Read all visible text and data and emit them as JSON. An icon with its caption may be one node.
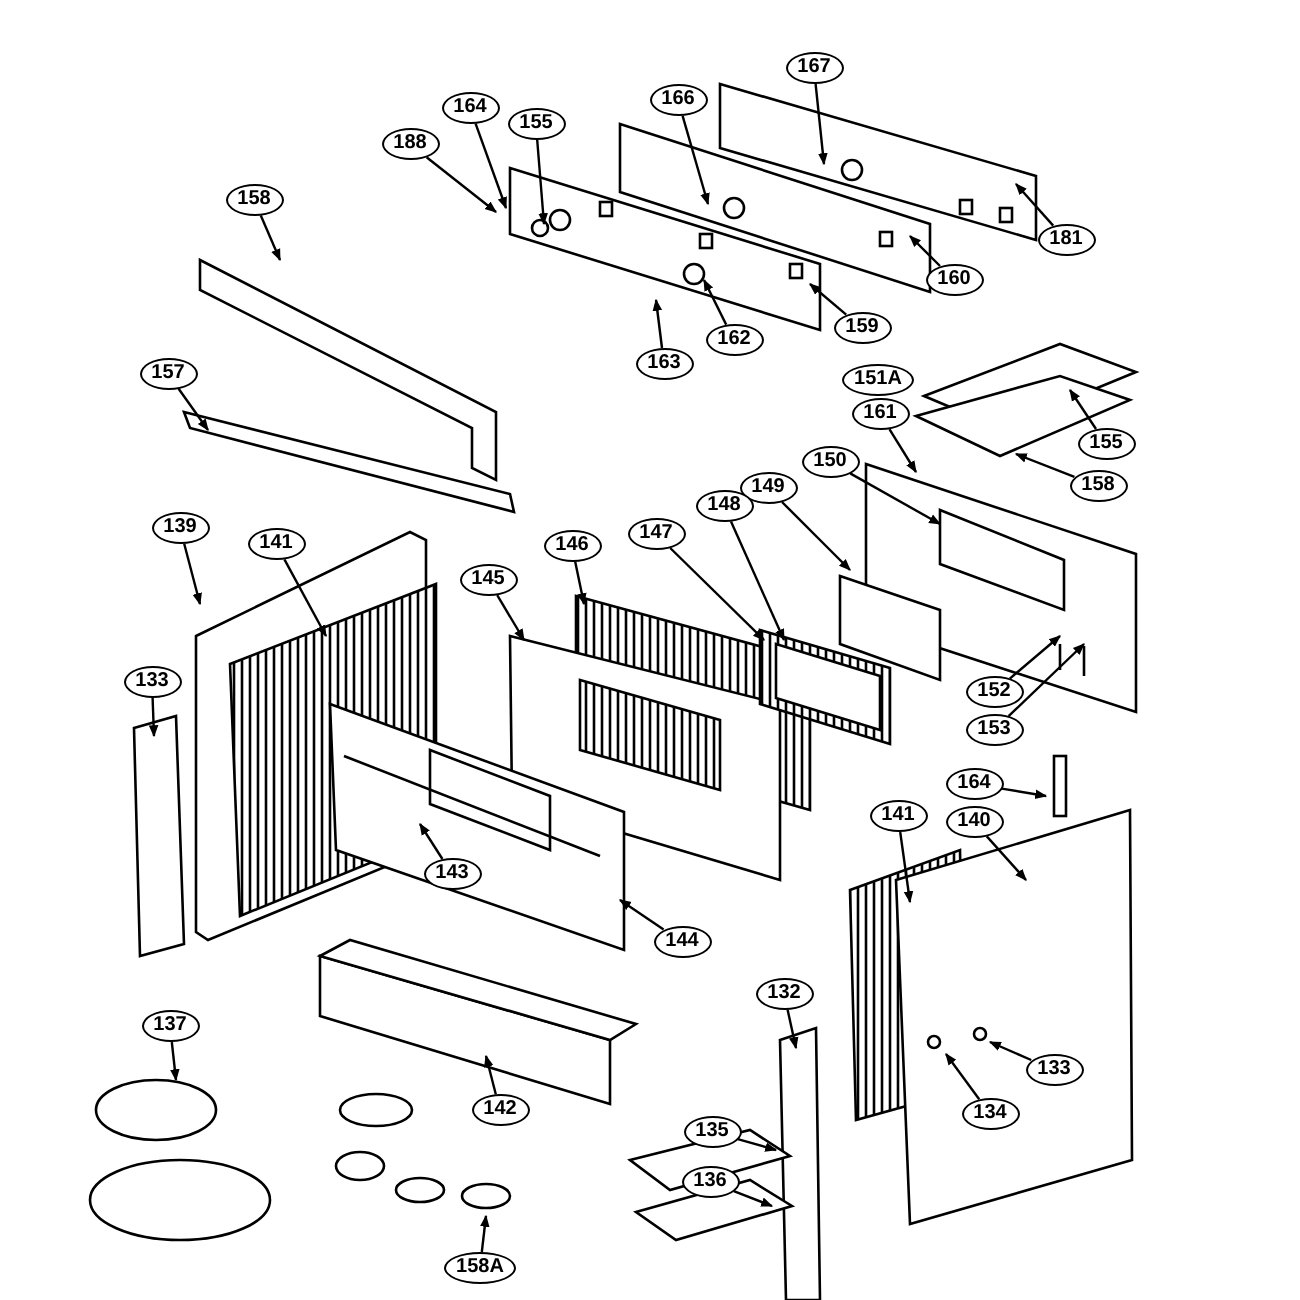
{
  "diagram": {
    "nodes": [
      {
        "text": [
          "167"
        ]
      },
      {
        "text": [
          "166"
        ]
      },
      {
        "text": [
          "164"
        ]
      },
      {
        "text": [
          "155"
        ]
      },
      {
        "text": [
          "188"
        ]
      },
      {
        "text": [
          "158"
        ]
      },
      {
        "text": [
          "181"
        ]
      },
      {
        "text": [
          "160"
        ]
      },
      {
        "text": [
          "159"
        ]
      },
      {
        "text": [
          "162"
        ]
      },
      {
        "text": [
          "163"
        ]
      },
      {
        "text": [
          "157"
        ]
      },
      {
        "text": [
          "161"
        ]
      },
      {
        "text": [
          "155"
        ]
      },
      {
        "text": [
          "158"
        ]
      },
      {
        "text": [
          "150"
        ]
      },
      {
        "text": [
          "149"
        ]
      },
      {
        "text": [
          "148"
        ]
      },
      {
        "text": [
          "147"
        ]
      },
      {
        "text": [
          "146"
        ]
      },
      {
        "text": [
          "145"
        ]
      },
      {
        "text": [
          "139"
        ]
      },
      {
        "text": [
          "141"
        ]
      },
      {
        "text": [
          "133"
        ]
      },
      {
        "text": [
          "152"
        ]
      },
      {
        "text": [
          "153"
        ]
      },
      {
        "text": [
          "164"
        ]
      },
      {
        "text": [
          "141"
        ]
      },
      {
        "text": [
          "140"
        ]
      },
      {
        "text": [
          "143"
        ]
      },
      {
        "text": [
          "144"
        ]
      },
      {
        "text": [
          "132"
        ]
      },
      {
        "text": [
          "137"
        ]
      },
      {
        "text": [
          "133"
        ]
      },
      {
        "text": [
          "134"
        ]
      },
      {
        "text": [
          "142"
        ]
      },
      {
        "text": [
          "135"
        ]
      },
      {
        "text": [
          "136"
        ]
      },
      {
        "text": [
          "158A"
        ]
      },
      {
        "text": [
          "151A"
        ]
      }
    ],
    "edges": [
      {
        "from": 0,
        "to": null,
        "arrow": "to"
      },
      {
        "from": 1,
        "to": null,
        "arrow": "to"
      },
      {
        "from": 2,
        "to": null,
        "arrow": "to"
      },
      {
        "from": 3,
        "to": null,
        "arrow": "to"
      },
      {
        "from": 4,
        "to": null,
        "arrow": "to"
      },
      {
        "from": 5,
        "to": null,
        "arrow": "to"
      },
      {
        "from": 6,
        "to": null,
        "arrow": "to"
      },
      {
        "from": 7,
        "to": null,
        "arrow": "to"
      },
      {
        "from": 8,
        "to": null,
        "arrow": "to"
      },
      {
        "from": 9,
        "to": null,
        "arrow": "to"
      },
      {
        "from": 10,
        "to": null,
        "arrow": "to"
      },
      {
        "from": 11,
        "to": null,
        "arrow": "to"
      },
      {
        "from": 12,
        "to": null,
        "arrow": "to"
      },
      {
        "from": 13,
        "to": null,
        "arrow": "to"
      },
      {
        "from": 14,
        "to": null,
        "arrow": "to"
      },
      {
        "from": 15,
        "to": null,
        "arrow": "to"
      },
      {
        "from": 16,
        "to": null,
        "arrow": "to"
      },
      {
        "from": 17,
        "to": null,
        "arrow": "to"
      },
      {
        "from": 18,
        "to": null,
        "arrow": "to"
      },
      {
        "from": 19,
        "to": null,
        "arrow": "to"
      },
      {
        "from": 20,
        "to": null,
        "arrow": "to"
      },
      {
        "from": 21,
        "to": null,
        "arrow": "to"
      },
      {
        "from": 22,
        "to": null,
        "arrow": "to"
      },
      {
        "from": 23,
        "to": null,
        "arrow": "to"
      },
      {
        "from": 24,
        "to": null,
        "arrow": "to"
      },
      {
        "from": 25,
        "to": null,
        "arrow": "to"
      },
      {
        "from": 26,
        "to": null,
        "arrow": "to"
      },
      {
        "from": 27,
        "to": null,
        "arrow": "to"
      },
      {
        "from": 28,
        "to": null,
        "arrow": "to"
      },
      {
        "from": 29,
        "to": null,
        "arrow": "to"
      },
      {
        "from": 30,
        "to": null,
        "arrow": "to"
      },
      {
        "from": 31,
        "to": null,
        "arrow": "to"
      },
      {
        "from": 32,
        "to": null,
        "arrow": "to"
      },
      {
        "from": 33,
        "to": null,
        "arrow": "to"
      },
      {
        "from": 34,
        "to": null,
        "arrow": "to"
      },
      {
        "from": 35,
        "to": null,
        "arrow": "to"
      },
      {
        "from": 36,
        "to": null,
        "arrow": "to"
      },
      {
        "from": 37,
        "to": null,
        "arrow": "to"
      },
      {
        "from": 38,
        "to": null,
        "arrow": "to"
      }
    ]
  }
}
